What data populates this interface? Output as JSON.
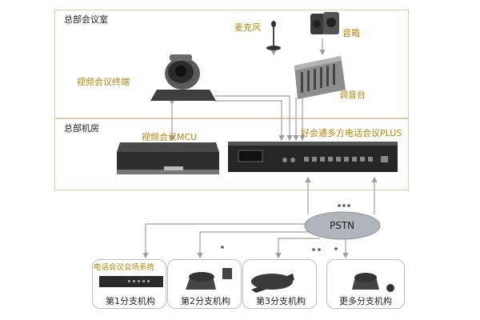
{
  "zones": {
    "meeting_room": "总部会议室",
    "machine_room": "总部机房"
  },
  "devices": {
    "microphone": "麦克风",
    "speaker": "音箱",
    "video_terminal": "视频会议终端",
    "mixer": "调音台",
    "mcu": "视频会议MCU",
    "plus": "好会通多方电话会议PLUS",
    "pstn": "PSTN",
    "venue_system": "电话会议会场系统"
  },
  "branches": [
    {
      "label": "第1分支机构"
    },
    {
      "label": "第2分支机构"
    },
    {
      "label": "第3分支机构"
    },
    {
      "label": "更多分支机构"
    }
  ],
  "colors": {
    "accent_label": "#b8860b",
    "zone_border": "#e3cda6",
    "connector": "#9e9e9e",
    "pstn_fill": "#b0b6bc"
  }
}
